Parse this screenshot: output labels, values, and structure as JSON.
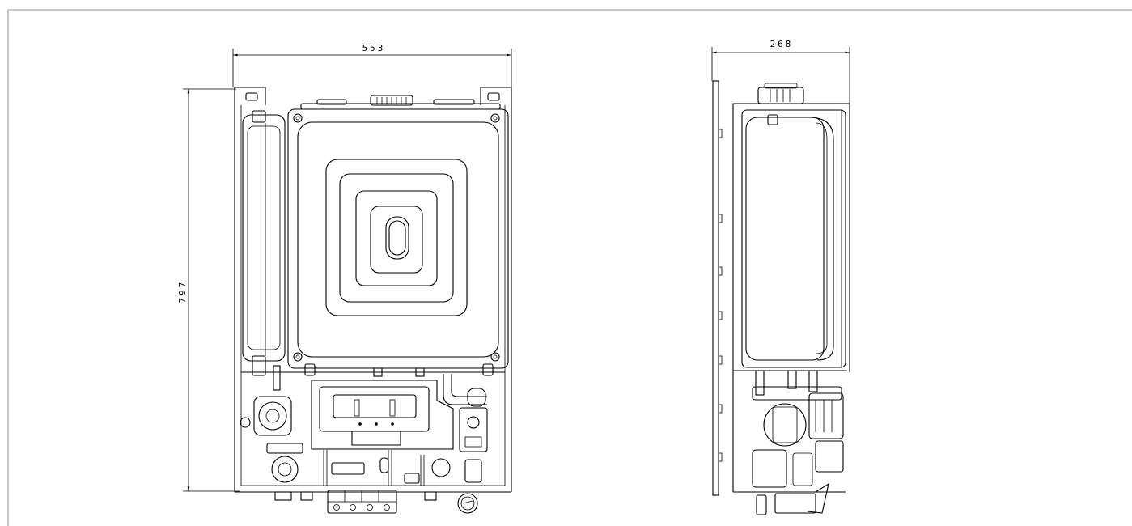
{
  "drawing": {
    "front_width_label": "553",
    "front_height_label": "797",
    "side_depth_label": "268"
  },
  "colors": {
    "line": "#000000",
    "frame": "#c8c8c8",
    "background": "#ffffff"
  }
}
